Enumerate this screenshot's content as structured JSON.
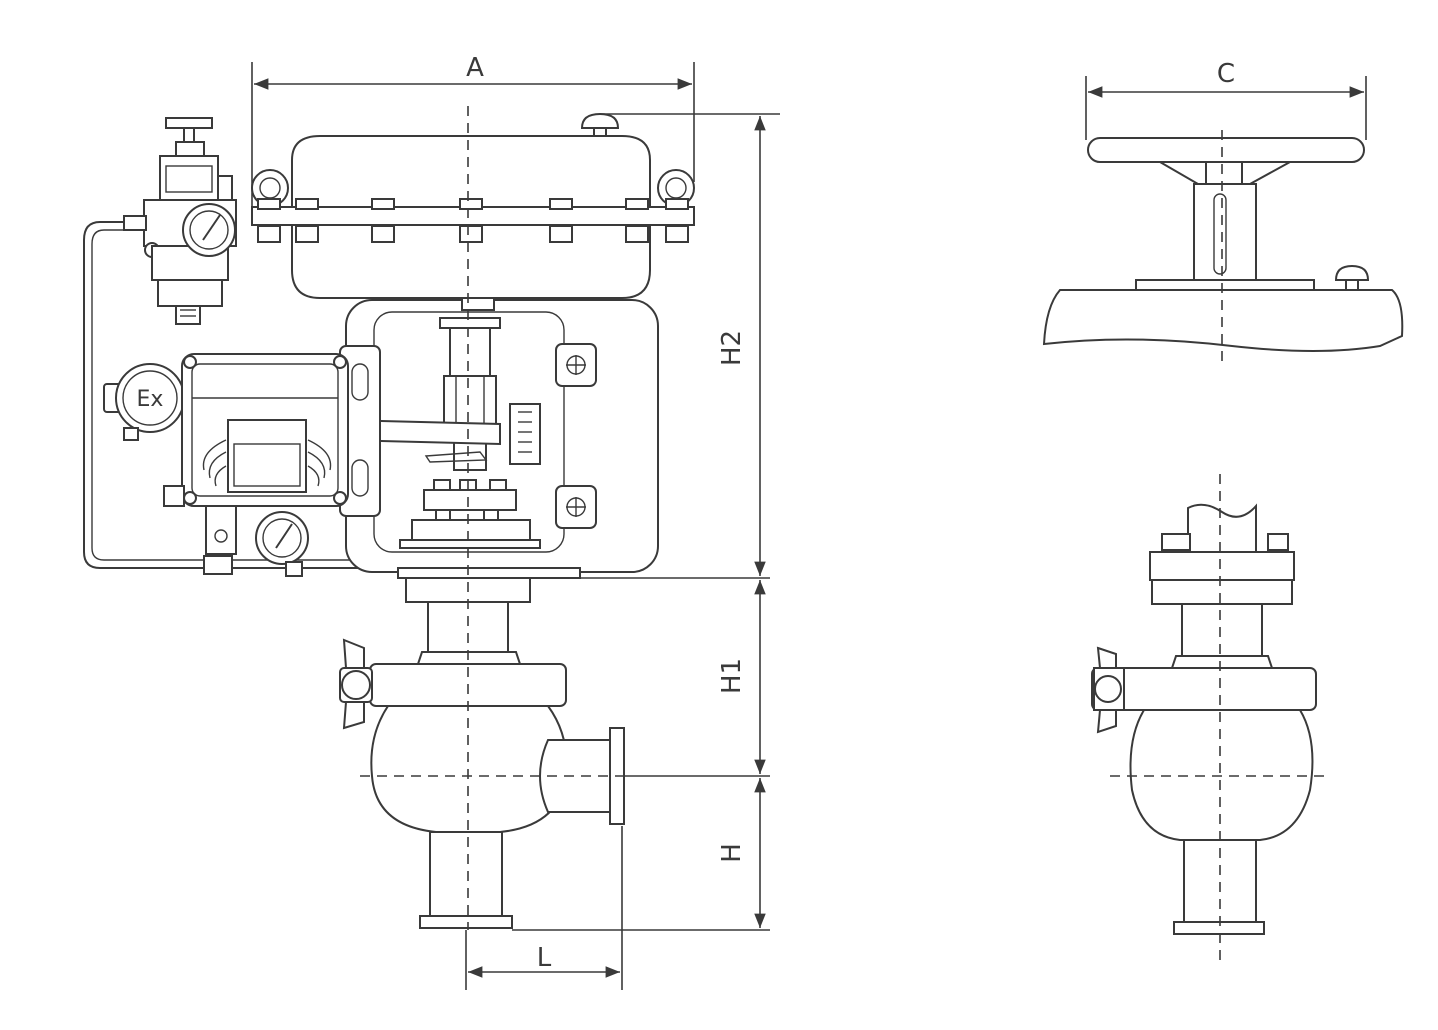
{
  "dimensions": {
    "A": "A",
    "C": "C",
    "H2": "H2",
    "H1": "H1",
    "H": "H",
    "L": "L"
  },
  "marking": {
    "ex": "Ex"
  }
}
